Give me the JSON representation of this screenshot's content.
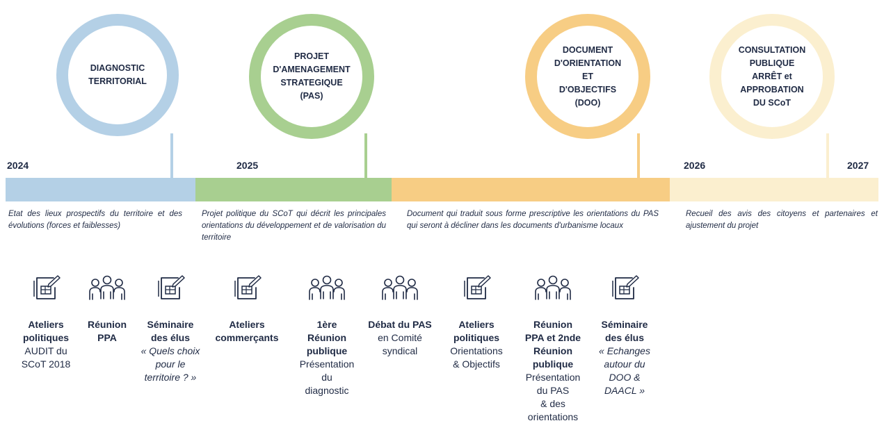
{
  "phases": [
    {
      "title": "DIAGNOSTIC\nTERRITORIAL",
      "color": "#b4d0e6",
      "description": "Etat des lieux prospectifs du territoire et des évolutions (forces et faiblesses)"
    },
    {
      "title": "PROJET\nD'AMENAGEMENT\nSTRATEGIQUE\n(PAS)",
      "color": "#a8cf90",
      "description": "Projet politique du SCoT qui décrit les principales orientations du développement et de valorisation du territoire"
    },
    {
      "title": "DOCUMENT\nD'ORIENTATION\nET\nD'OBJECTIFS\n(DOO)",
      "color": "#f7cd84",
      "description": "Document qui traduit sous forme prescriptive les orientations du PAS qui seront à décliner dans les documents d'urbanisme locaux"
    },
    {
      "title": "CONSULTATION\nPUBLIQUE\nARRÊT et\nAPPROBATION\nDU SCoT",
      "color": "#fbefcf",
      "description": "Recueil des avis des citoyens et partenaires et ajustement du projet"
    }
  ],
  "years": [
    "2024",
    "2025",
    "2026",
    "2027"
  ],
  "events": [
    {
      "icon": "document-pen-icon",
      "title": "Ateliers\npolitiques",
      "body": "AUDIT du\nSCoT 2018",
      "body_italic": false
    },
    {
      "icon": "group-people-icon",
      "title": "Réunion\nPPA",
      "body": "",
      "body_italic": false
    },
    {
      "icon": "document-pen-icon",
      "title": "Séminaire\ndes élus",
      "body": "« Quels choix\npour le\nterritoire ? »",
      "body_italic": true
    },
    {
      "icon": "document-pen-icon",
      "title": "Ateliers\ncommerçants",
      "body": "",
      "body_italic": false
    },
    {
      "icon": "group-people-icon",
      "title": "1ère\nRéunion\npublique",
      "body": "Présentation\ndu\ndiagnostic",
      "body_italic": false
    },
    {
      "icon": "group-people-icon",
      "title": "Débat du PAS",
      "body": "en Comité\nsyndical",
      "body_italic": false
    },
    {
      "icon": "document-pen-icon",
      "title": "Ateliers\npolitiques",
      "body": "Orientations\n& Objectifs",
      "body_italic": false
    },
    {
      "icon": "group-people-icon",
      "title": "Réunion\nPPA et 2nde\nRéunion\npublique",
      "body": "Présentation\ndu PAS\n& des\norientations",
      "body_italic": false
    },
    {
      "icon": "document-pen-icon",
      "title": "Séminaire\ndes élus",
      "body": "« Echanges\nautour du\nDOO &\nDAACL »",
      "body_italic": true
    }
  ]
}
